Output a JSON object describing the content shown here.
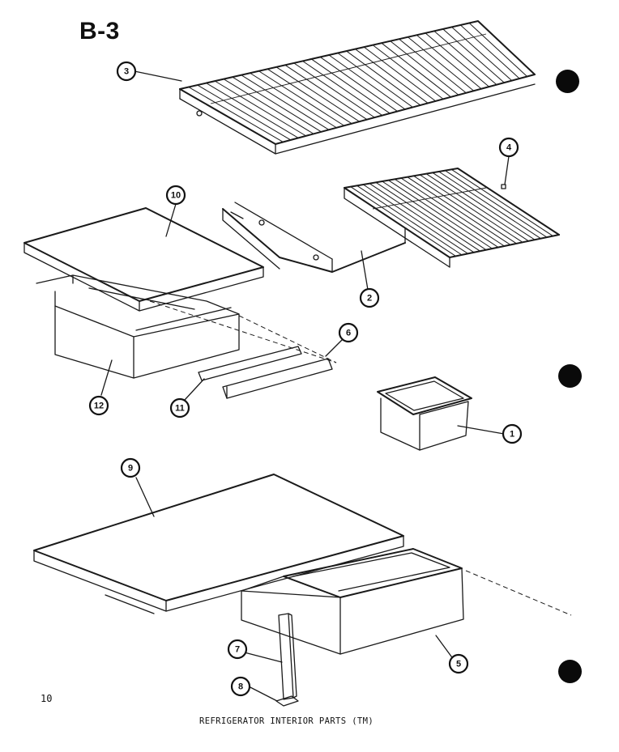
{
  "page_id": "B-3",
  "page_number": "10",
  "caption": "REFRIGERATOR INTERIOR PARTS (TM)",
  "callouts": [
    {
      "label": "1",
      "part": "crisper-bin"
    },
    {
      "label": "2",
      "part": "shelf-support"
    },
    {
      "label": "3",
      "part": "wire-shelf"
    },
    {
      "label": "4",
      "part": "shelf-clip"
    },
    {
      "label": "5",
      "part": "lower-drawer"
    },
    {
      "label": "6",
      "part": "drawer-rail"
    },
    {
      "label": "7",
      "part": "support-post"
    },
    {
      "label": "8",
      "part": "post-foot"
    },
    {
      "label": "9",
      "part": "lower-cover"
    },
    {
      "label": "10",
      "part": "drawer-cover"
    },
    {
      "label": "11",
      "part": "drawer-rail"
    },
    {
      "label": "12",
      "part": "upper-drawer"
    }
  ],
  "colors": {
    "ink": "#1a1a1a",
    "paper": "#ffffff",
    "holes": "#0a0a0a"
  }
}
